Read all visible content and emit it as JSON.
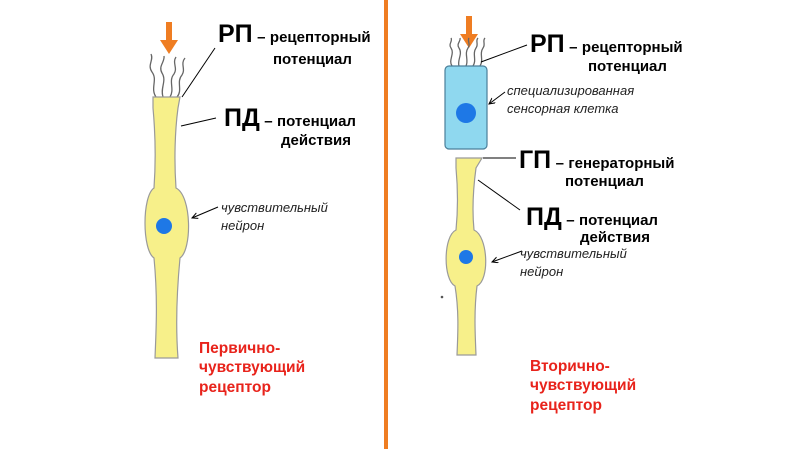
{
  "colors": {
    "divider": "#ef7d22",
    "arrow": "#ef7d22",
    "cell_fill": "#f7f08a",
    "cell_stroke": "#9a9a9a",
    "nucleus": "#1e78e6",
    "sensory_cell_fill": "#8fd8ef",
    "sensory_cell_stroke": "#4a7f9a",
    "title_red": "#e8231b"
  },
  "left": {
    "rp": {
      "abbr": "РП",
      "dash": "–",
      "line1": "рецепторный",
      "line2": "потенциал"
    },
    "pd": {
      "abbr": "ПД",
      "dash": "–",
      "line1": "потенциал",
      "line2": "действия"
    },
    "neuron_note": {
      "line1": "чувствительный",
      "line2": "нейрон"
    },
    "title": {
      "line1": "Первично-",
      "line2": "чувствующий",
      "line3": "рецептор"
    }
  },
  "right": {
    "rp": {
      "abbr": "РП",
      "dash": "–",
      "line1": "рецепторный",
      "line2": "потенциал"
    },
    "sensory_note": {
      "line1": "специализированная",
      "line2": "сенсорная клетка"
    },
    "gp": {
      "abbr": "ГП",
      "dash": "–",
      "line1": "генераторный",
      "line2": "потенциал"
    },
    "pd": {
      "abbr": "ПД",
      "dash": "–",
      "line1": "потенциал",
      "line2": "действия"
    },
    "neuron_note": {
      "line1": "чувствительный",
      "line2": "нейрон"
    },
    "title": {
      "line1": "Вторично-",
      "line2": "чувствующий",
      "line3": "рецептор"
    }
  }
}
